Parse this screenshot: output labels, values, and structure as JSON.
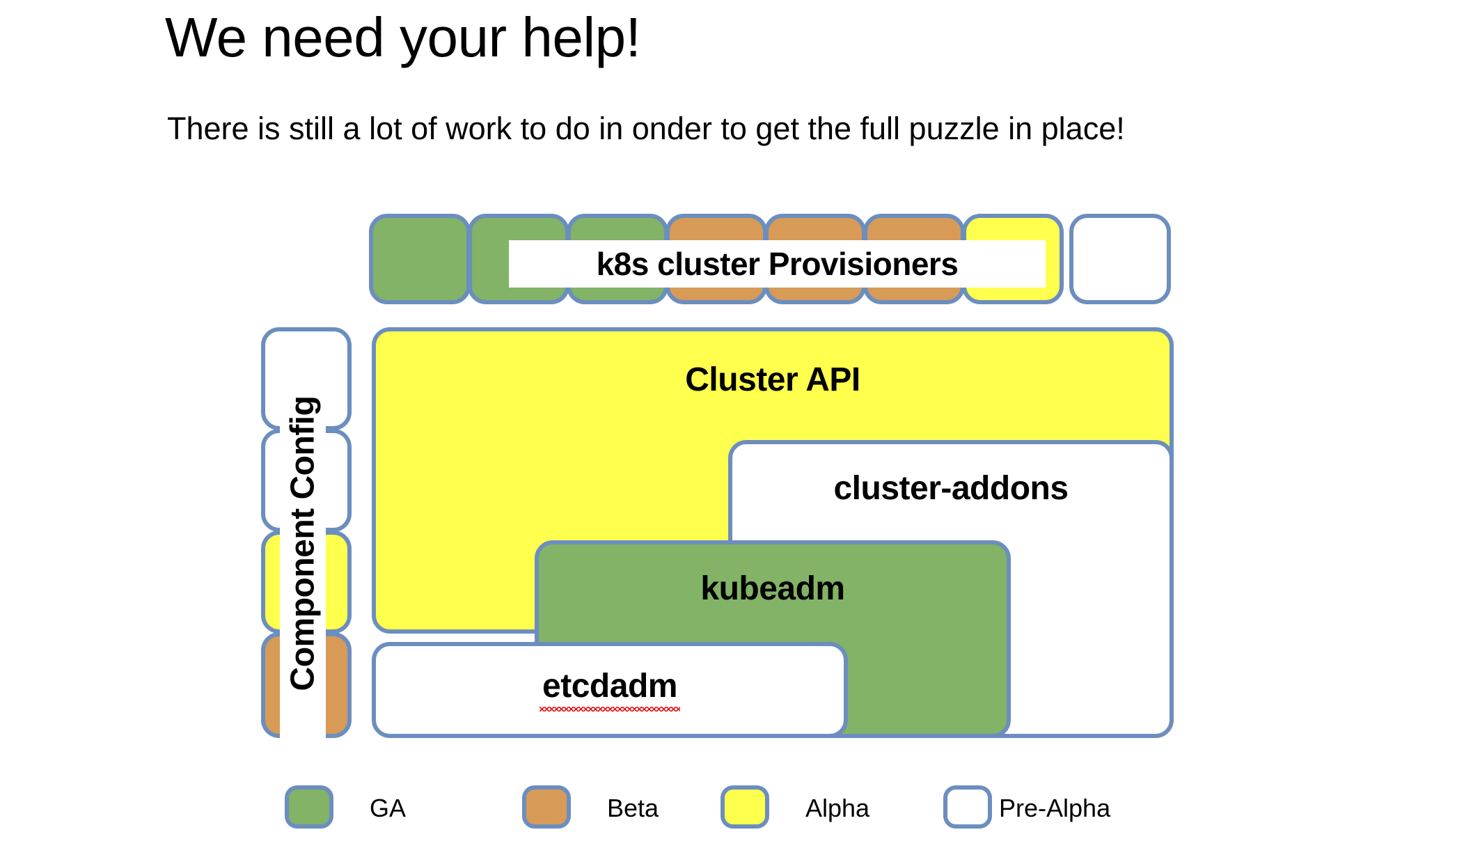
{
  "slide": {
    "title": "We need your help!",
    "subtitle": "There is still a lot of work to do in onder to get the full puzzle in place!"
  },
  "colors": {
    "border": "#6c8ebf",
    "ga": "#82b366",
    "beta": "#d79b57",
    "alpha": "#ffff4d",
    "prealpha": "#ffffff",
    "text": "#000000",
    "spellcheck_underline": "#e02020",
    "background": "#ffffff"
  },
  "diagram": {
    "provisioners": {
      "label": "k8s cluster Provisioners",
      "tiles": [
        {
          "status": "ga"
        },
        {
          "status": "ga"
        },
        {
          "status": "ga"
        },
        {
          "status": "beta"
        },
        {
          "status": "beta"
        },
        {
          "status": "beta"
        },
        {
          "status": "alpha"
        },
        {
          "status": "prealpha"
        }
      ]
    },
    "component_config": {
      "label": "Component Config",
      "tiles": [
        {
          "status": "prealpha"
        },
        {
          "status": "prealpha"
        },
        {
          "status": "alpha"
        },
        {
          "status": "beta"
        }
      ]
    },
    "layers": [
      {
        "label": "Cluster API",
        "status": "alpha"
      },
      {
        "label": "cluster-addons",
        "status": "prealpha"
      },
      {
        "label": "kubeadm",
        "status": "ga"
      },
      {
        "label": "etcdadm",
        "status": "prealpha",
        "spellcheck_flagged": true
      }
    ]
  },
  "legend": {
    "items": [
      {
        "label": "GA",
        "status": "ga"
      },
      {
        "label": "Beta",
        "status": "beta"
      },
      {
        "label": "Alpha",
        "status": "alpha"
      },
      {
        "label": "Pre-Alpha",
        "status": "prealpha"
      }
    ]
  }
}
